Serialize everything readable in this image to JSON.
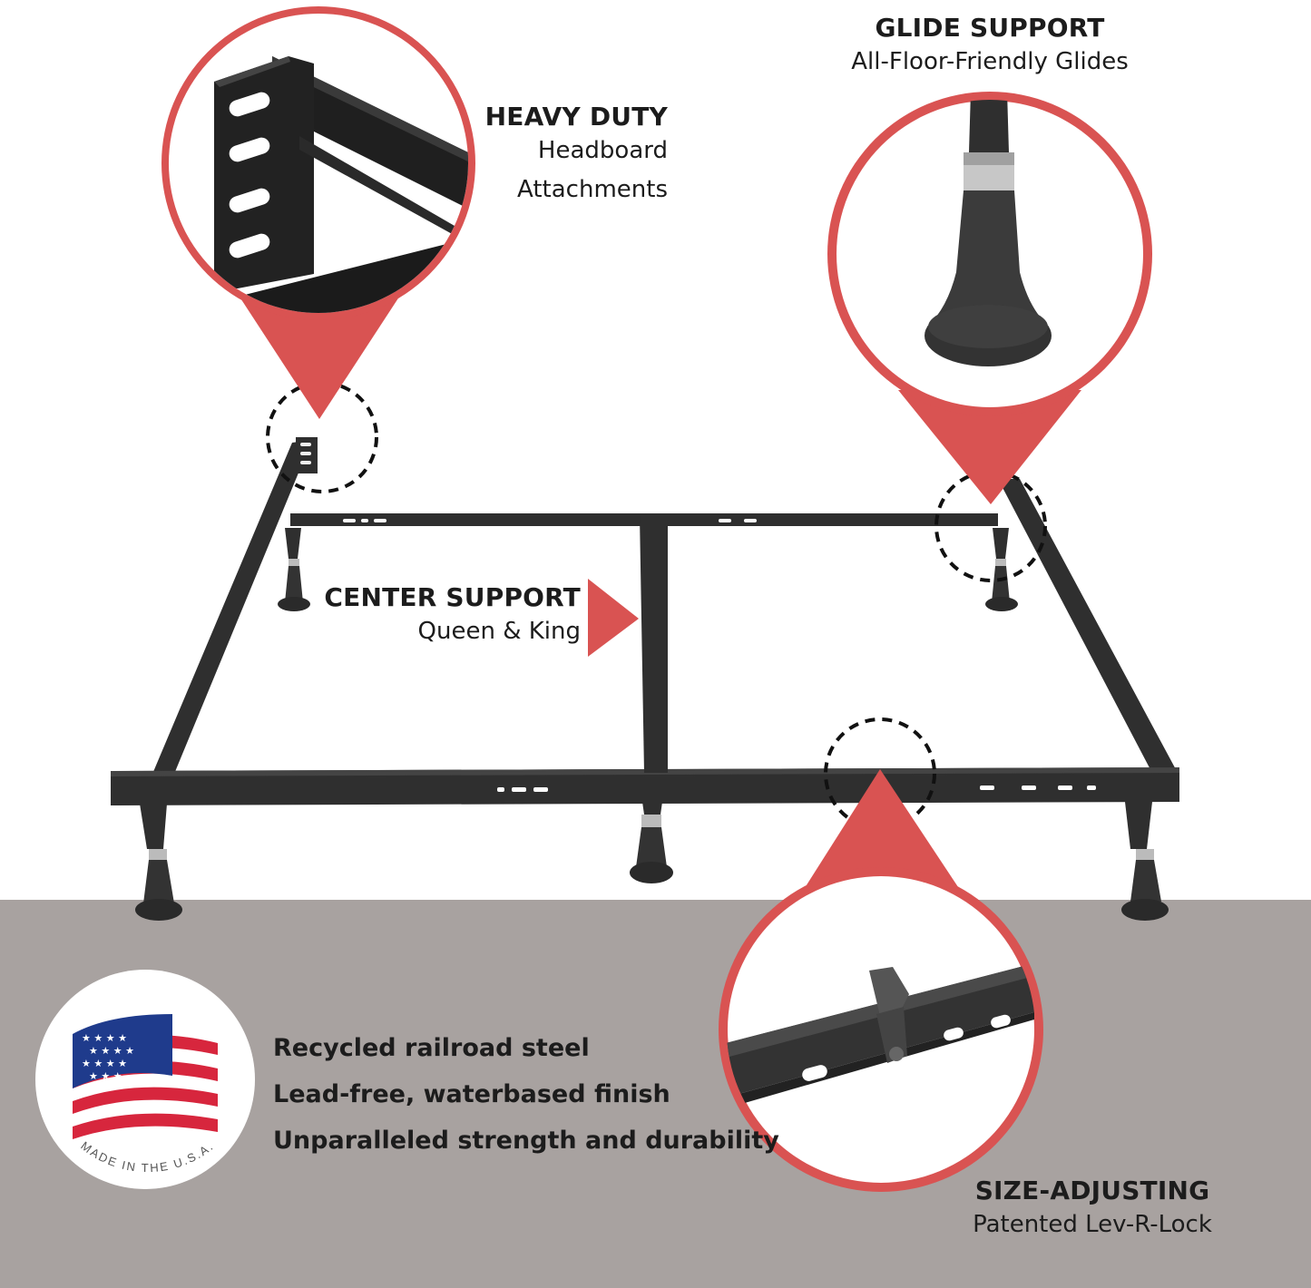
{
  "callouts": {
    "heavy_duty": {
      "title": "HEAVY DUTY",
      "line1": "Headboard",
      "line2": "Attachments"
    },
    "glide_support": {
      "title": "GLIDE SUPPORT",
      "subtitle": "All-Floor-Friendly Glides"
    },
    "center_support": {
      "title": "CENTER SUPPORT",
      "subtitle": "Queen & King"
    },
    "size_adjusting": {
      "title": "SIZE-ADJUSTING",
      "subtitle": "Patented Lev-R-Lock"
    }
  },
  "features": [
    "Recycled railroad steel",
    "Lead-free, waterbased finish",
    "Unparalleled strength and durability"
  ],
  "badge": {
    "text": "MADE IN THE U.S.A."
  },
  "colors": {
    "accent": "#d95352",
    "steel": "#2f2f2f",
    "floor": "#a8a2a0",
    "text": "#1c1c1c"
  }
}
